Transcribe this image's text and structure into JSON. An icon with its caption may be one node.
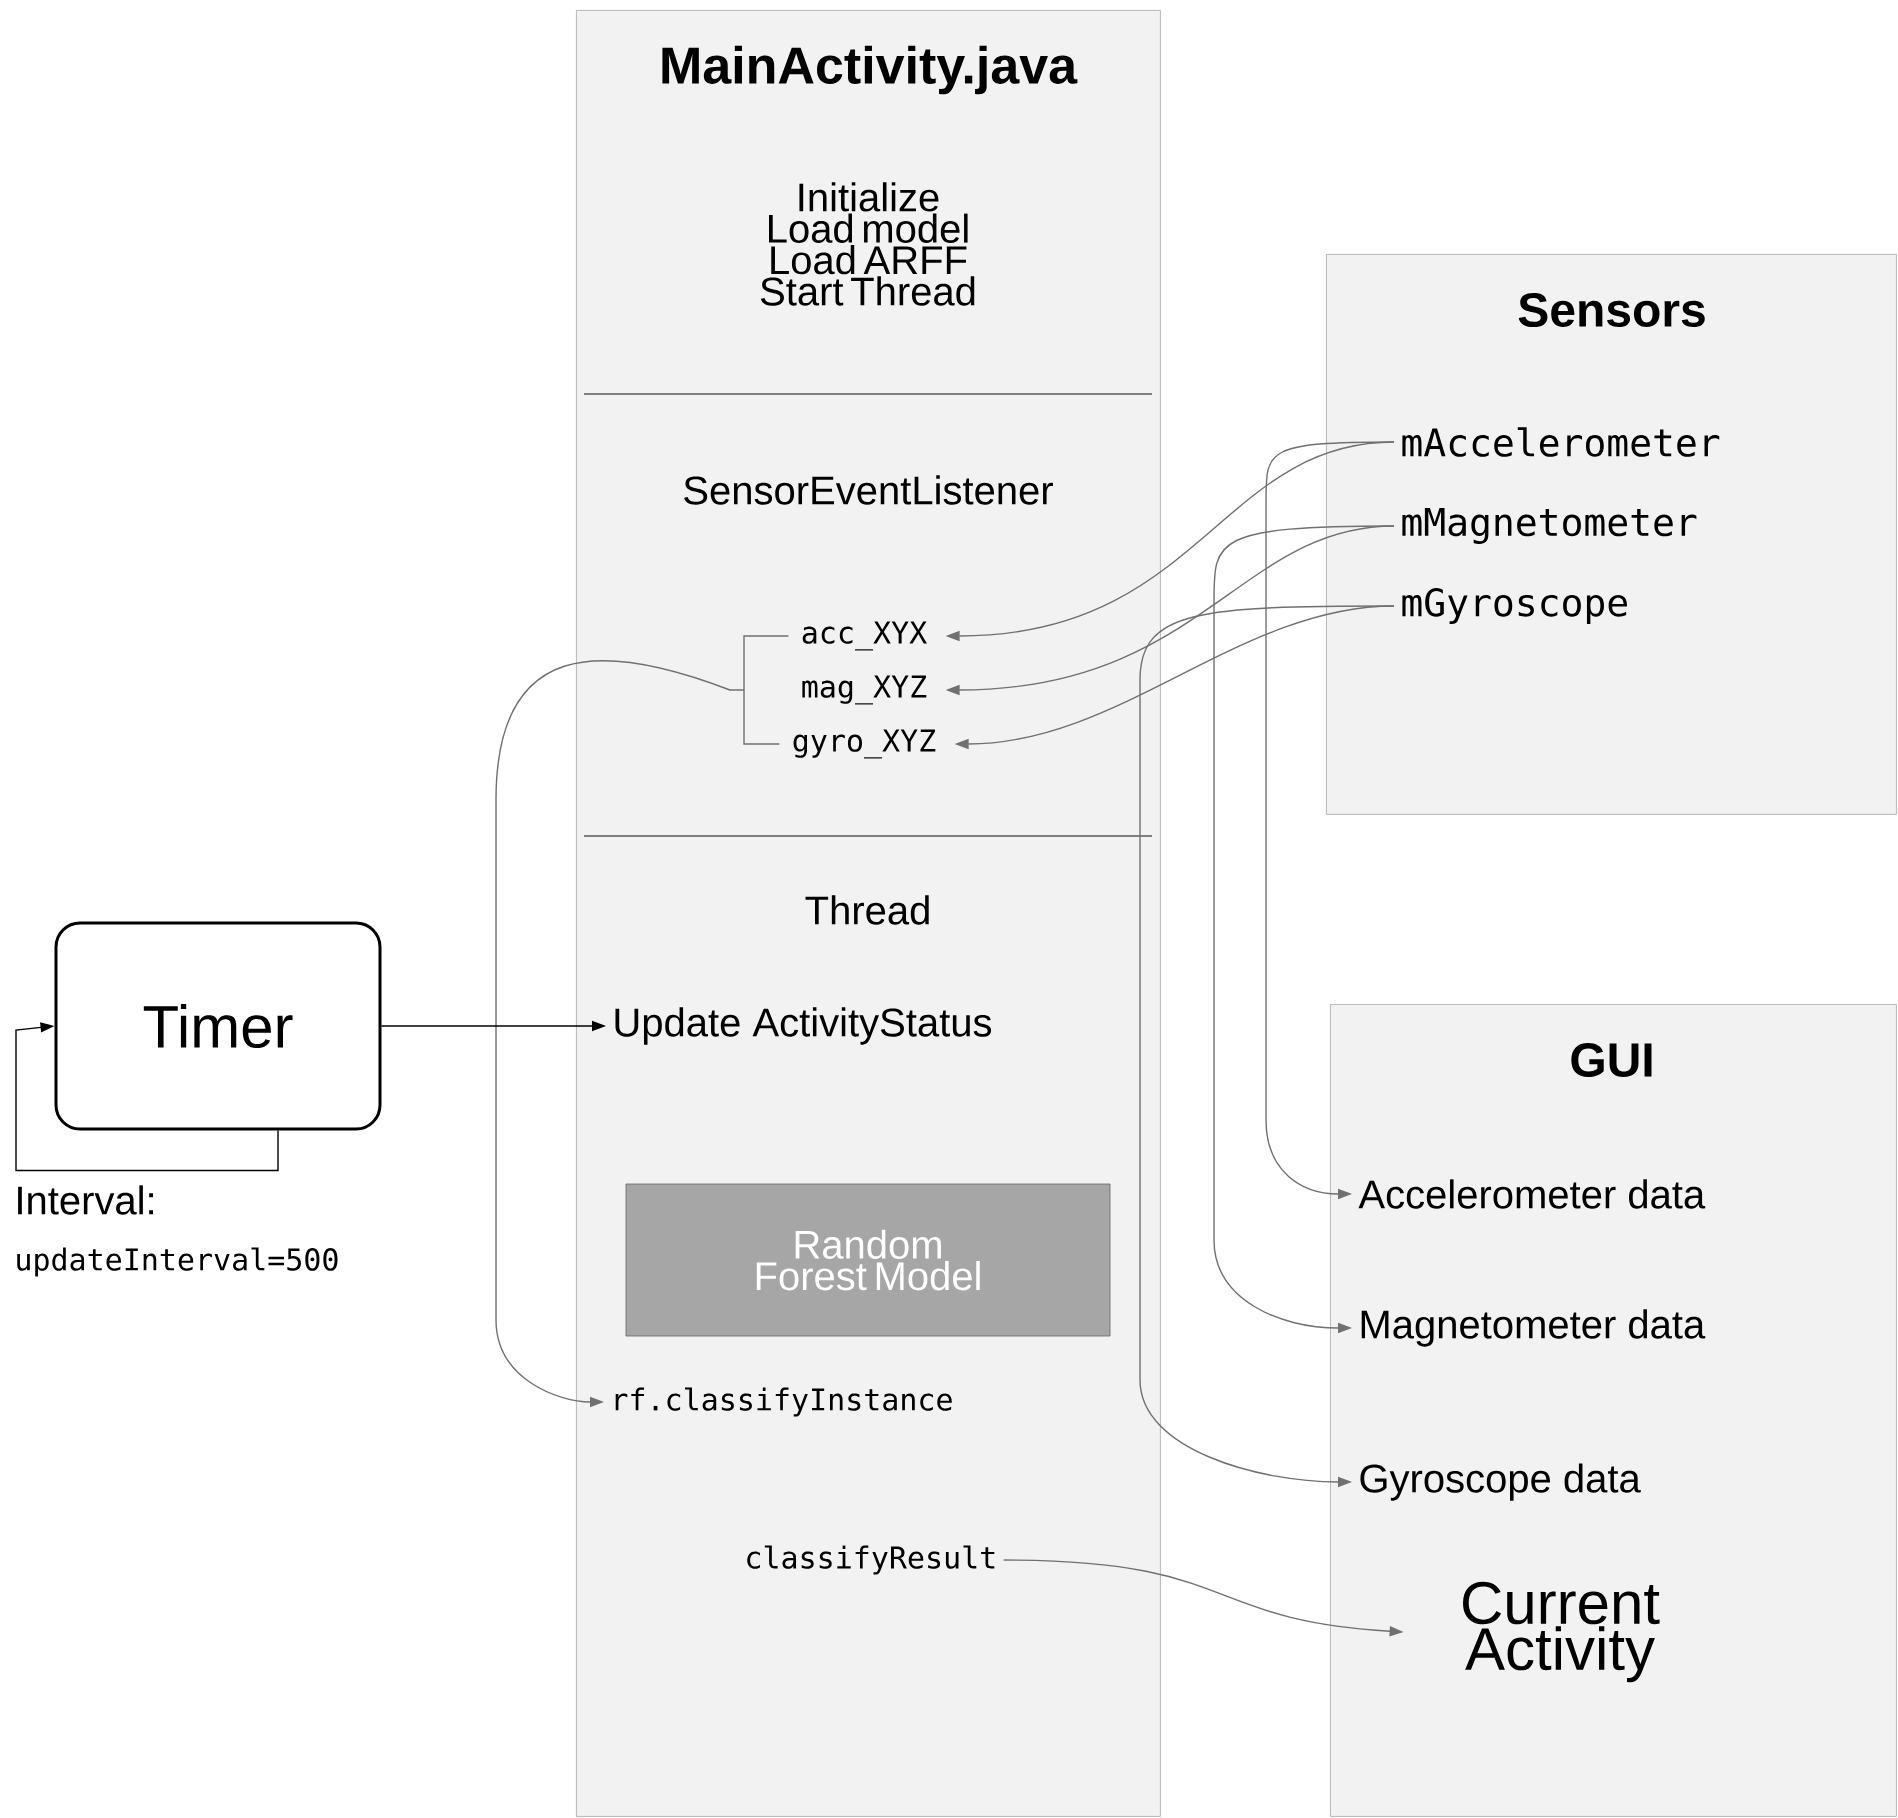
{
  "diagram": {
    "nodes": [
      {
        "text": [
          "MainActivity.java",
          "Initialize Load model Load ARFF Start Thread",
          "SensorEventListener",
          "Thread"
        ]
      },
      {
        "text": [
          "acc_XYX"
        ],
        "in": 0
      },
      {
        "text": [
          "mag_XYZ"
        ],
        "in": 0
      },
      {
        "text": [
          "gyro_XYZ"
        ],
        "in": 0
      },
      {
        "text": [
          "Update ActivityStatus"
        ],
        "in": 0
      },
      {
        "text": [
          "Random Forest Model"
        ],
        "in": 0
      },
      {
        "text": [
          "rf.classifyInstance"
        ],
        "in": 0
      },
      {
        "text": [
          "classifyResult"
        ],
        "in": 0
      },
      {
        "text": [
          "Sensors"
        ]
      },
      {
        "text": [
          "mAccelerometer"
        ],
        "in": 8
      },
      {
        "text": [
          "mMagnetometer"
        ],
        "in": 8
      },
      {
        "text": [
          "mGyroscope"
        ],
        "in": 8
      },
      {
        "text": [
          "Timer"
        ],
        "beside": [
          "Interval:",
          "updateInterval=500"
        ]
      },
      {
        "text": [
          "GUI"
        ]
      },
      {
        "text": [
          "Accelerometer data"
        ],
        "in": 13
      },
      {
        "text": [
          "Magnetometer data"
        ],
        "in": 13
      },
      {
        "text": [
          "Gyroscope data"
        ],
        "in": 13
      },
      {
        "text": [
          "Current Activity"
        ],
        "in": 13
      }
    ],
    "edges": [
      {
        "from": 9,
        "to": 1,
        "arrow": "to"
      },
      {
        "from": 10,
        "to": 2,
        "arrow": "to"
      },
      {
        "from": 11,
        "to": 3,
        "arrow": "to"
      },
      {
        "from": 1,
        "to": 6,
        "arrow": "to"
      },
      {
        "from": 2,
        "to": 6,
        "arrow": "to"
      },
      {
        "from": 3,
        "to": 6,
        "arrow": "to"
      },
      {
        "from": 9,
        "to": 14,
        "arrow": "to"
      },
      {
        "from": 10,
        "to": 15,
        "arrow": "to"
      },
      {
        "from": 11,
        "to": 16,
        "arrow": "to"
      },
      {
        "from": 7,
        "to": 17,
        "arrow": "to"
      },
      {
        "from": 12,
        "to": 4,
        "arrow": "to",
        "color": "#000000"
      },
      {
        "from": 12,
        "to": 12,
        "arrow": "to",
        "color": "#000000"
      }
    ]
  }
}
